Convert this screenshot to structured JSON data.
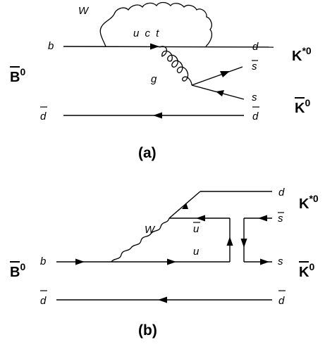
{
  "diagram_a": {
    "caption": "(a)",
    "meson_left": "B",
    "meson_left_sup": "0",
    "meson_right_top": "K",
    "meson_right_top_sup": "*0",
    "meson_right_bottom": "K",
    "meson_right_bottom_sup": "0",
    "quark_b": "b",
    "quark_d_top": "d",
    "quark_dbar_left": "d",
    "quark_dbar_right": "d",
    "quark_sbar": "s",
    "quark_s": "s",
    "boson_w": "W",
    "boson_g": "g",
    "loop_quarks": "u c t"
  },
  "diagram_b": {
    "caption": "(b)",
    "meson_left": "B",
    "meson_left_sup": "0",
    "meson_right_top": "K",
    "meson_right_top_sup": "*0",
    "meson_right_bottom": "K",
    "meson_right_bottom_sup": "0",
    "quark_b": "b",
    "quark_d_top": "d",
    "quark_dbar_left": "d",
    "quark_dbar_right": "d",
    "quark_ubar": "u",
    "quark_u": "u",
    "quark_sbar": "s",
    "quark_s": "s",
    "boson_w": "W"
  }
}
